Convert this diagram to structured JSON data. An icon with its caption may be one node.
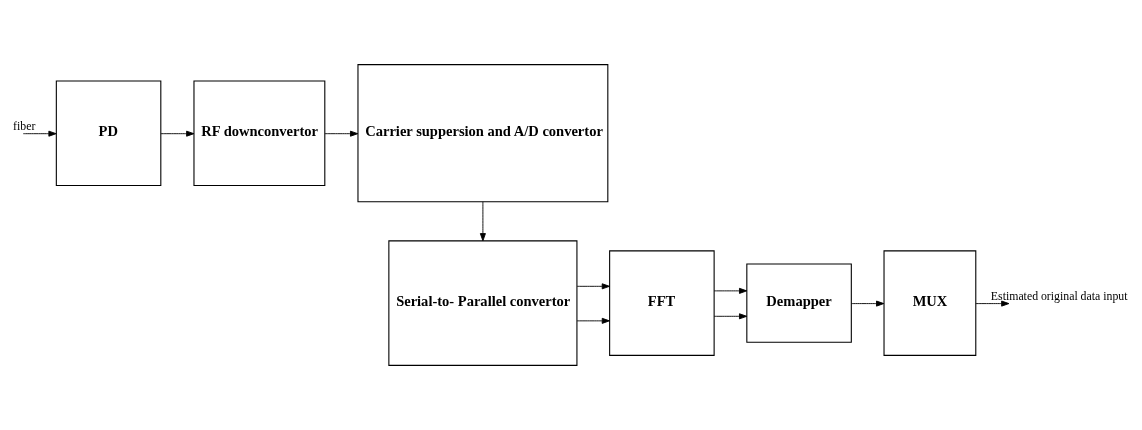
{
  "diagram": {
    "nodes": [
      {
        "text": [
          "PD"
        ]
      },
      {
        "text": [
          "RF downconvertor"
        ]
      },
      {
        "text": [
          "Carrier suppersion and A/D convertor"
        ]
      },
      {
        "text": [
          "Serial-to- Parallel convertor"
        ]
      },
      {
        "text": [
          "FFT"
        ]
      },
      {
        "text": [
          "Demapper"
        ]
      },
      {
        "text": [
          "MUX"
        ]
      }
    ],
    "edges": [
      {
        "from": null,
        "to": 0,
        "arrow": "to",
        "label": "fiber"
      },
      {
        "from": 0,
        "to": 1,
        "arrow": "to"
      },
      {
        "from": 1,
        "to": 2,
        "arrow": "to"
      },
      {
        "from": 2,
        "to": 3,
        "arrow": "to"
      },
      {
        "from": 3,
        "to": 4,
        "arrow": "to"
      },
      {
        "from": 3,
        "to": 4,
        "arrow": "to"
      },
      {
        "from": 4,
        "to": 5,
        "arrow": "to"
      },
      {
        "from": 4,
        "to": 5,
        "arrow": "to"
      },
      {
        "from": 5,
        "to": 6,
        "arrow": "to"
      },
      {
        "from": 6,
        "to": null,
        "arrow": "to",
        "label": "Estimated original data input"
      }
    ]
  }
}
